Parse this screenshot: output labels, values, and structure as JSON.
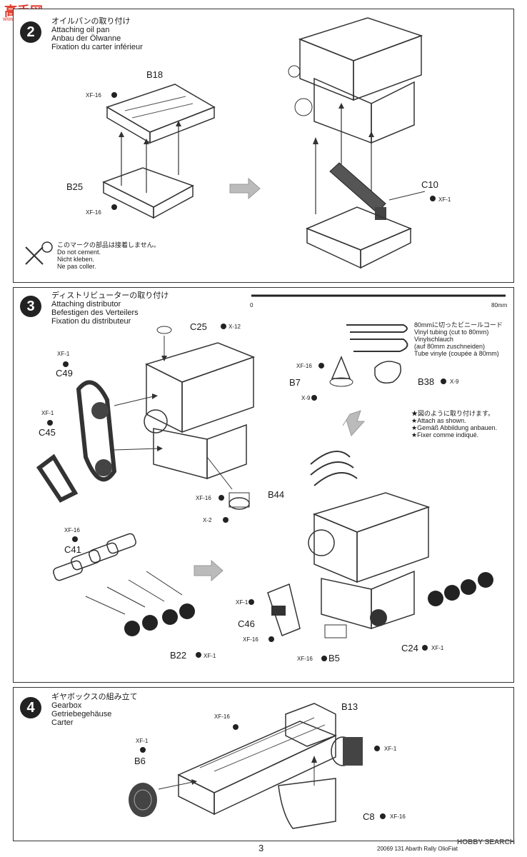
{
  "watermark": {
    "logo": "高手网",
    "url": "www.gaoshou.com.cn"
  },
  "step2": {
    "number": "2",
    "title_jp": "オイルパンの取り付け",
    "title_en": "Attaching oil pan",
    "title_de": "Anbau der Ölwanne",
    "title_fr": "Fixation du carter inférieur",
    "parts": {
      "b18": "B18",
      "b25": "B25",
      "c10": "C10"
    },
    "labels": {
      "xf16_a": "XF-16",
      "xf16_b": "XF-16",
      "xf1": "XF-1"
    },
    "note": {
      "jp": "このマークの部品は接着しません。",
      "en": "Do not cement.",
      "de": "Nicht kleben.",
      "fr": "Ne pas coller."
    }
  },
  "step3": {
    "number": "3",
    "title_jp": "ディストリビューターの取り付け",
    "title_en": "Attaching distributor",
    "title_de": "Befestigen des Verteilers",
    "title_fr": "Fixation du distributeur",
    "ruler": {
      "start": "0",
      "end": "80mm"
    },
    "parts": {
      "c25": "C25",
      "c49": "C49",
      "c45": "C45",
      "b44": "B44",
      "c41": "C41",
      "b22": "B22",
      "b7": "B7",
      "b38": "B38",
      "c46": "C46",
      "b5": "B5",
      "c24": "C24"
    },
    "labels": {
      "x12": "X-12",
      "xf1_c49": "XF-1",
      "xf1_c45": "XF-1",
      "xf16_b44": "XF-16",
      "x2": "X-2",
      "xf16_c41": "XF-16",
      "xf1_b22": "XF-1",
      "xf16_b7": "XF-16",
      "x9_b7": "X-9",
      "x9_b38": "X-9",
      "xf1_c46": "XF-1",
      "xf16_c46": "XF-16",
      "xf16_b5": "XF-16",
      "xf1_c24": "XF-1"
    },
    "tubing": {
      "jp": "80mmに切ったビニールコード",
      "en": "Vinyl tubing (cut to 80mm)",
      "de1": "Vinylschlauch",
      "de2": "(auf 80mm zuschneiden)",
      "fr": "Tube vinyle (coupée à 80mm)"
    },
    "attach": {
      "jp": "★図のように取り付けます。",
      "en": "★Attach as shown.",
      "de": "★Gemäß Abbildung anbauen.",
      "fr": "★Fixer comme indiqué."
    }
  },
  "step4": {
    "number": "4",
    "title_jp": "ギヤボックスの組み立て",
    "title_en": "Gearbox",
    "title_de": "Getriebegehäuse",
    "title_fr": "Carter",
    "parts": {
      "b13": "B13",
      "b6": "B6",
      "c8": "C8"
    },
    "labels": {
      "xf16_top": "XF-16",
      "xf1_b13": "XF-1",
      "xf1_b6": "XF-1",
      "xf16_c8": "XF-16"
    }
  },
  "footer": {
    "page": "3",
    "code": "20069 131 Abarth Rally OlioFiat",
    "brand": "HOBBY SEARCH"
  }
}
